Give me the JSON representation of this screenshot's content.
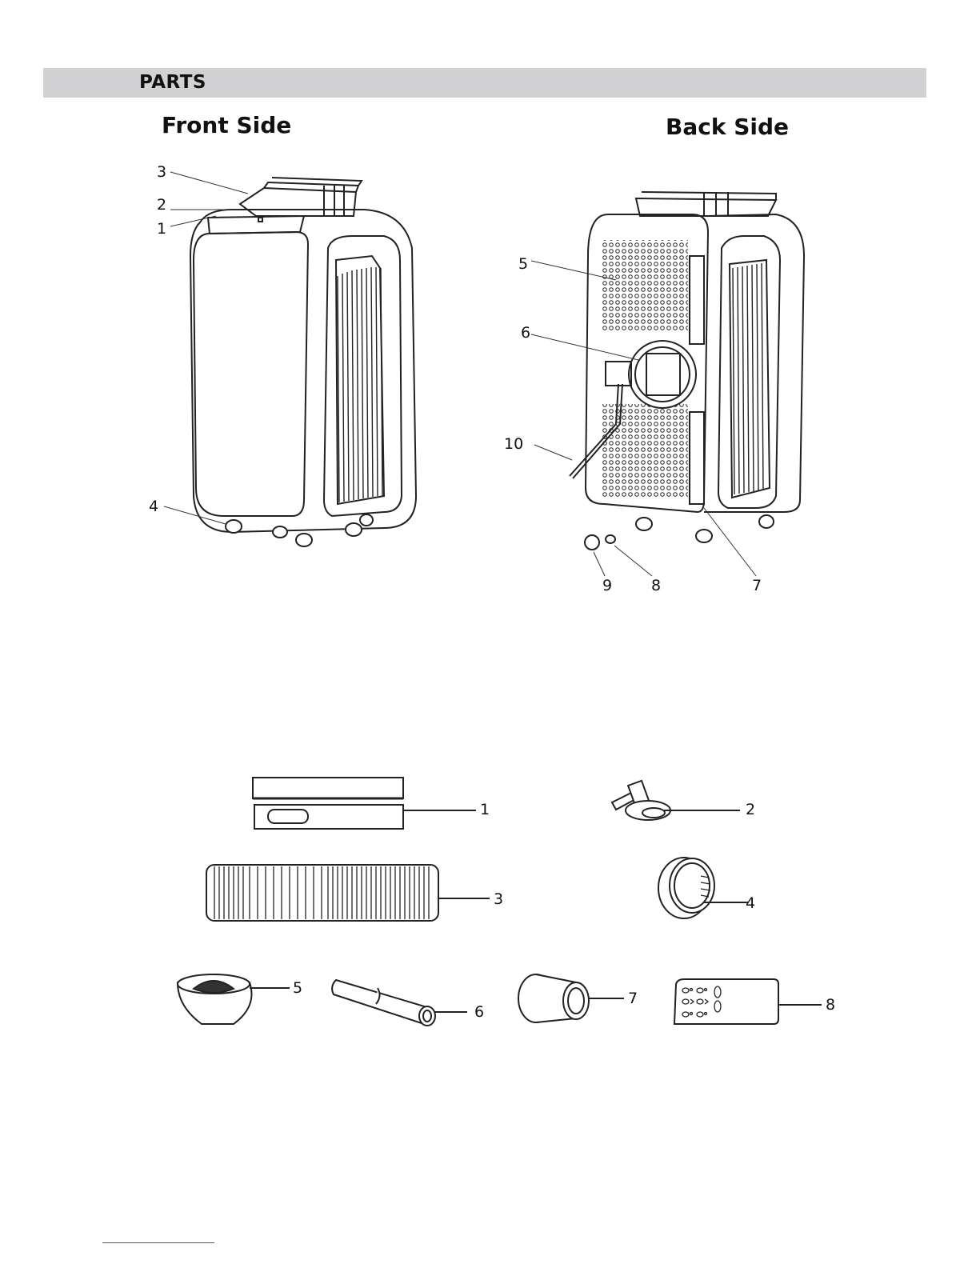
{
  "header": {
    "title": "PARTS"
  },
  "views": {
    "front_title": "Front Side",
    "back_title": "Back Side"
  },
  "front_callouts": [
    "3",
    "2",
    "1",
    "4"
  ],
  "back_callouts": [
    "5",
    "6",
    "10",
    "9",
    "8",
    "7"
  ],
  "accessory_callouts": [
    "1",
    "2",
    "3",
    "4",
    "5",
    "6",
    "7",
    "8"
  ]
}
